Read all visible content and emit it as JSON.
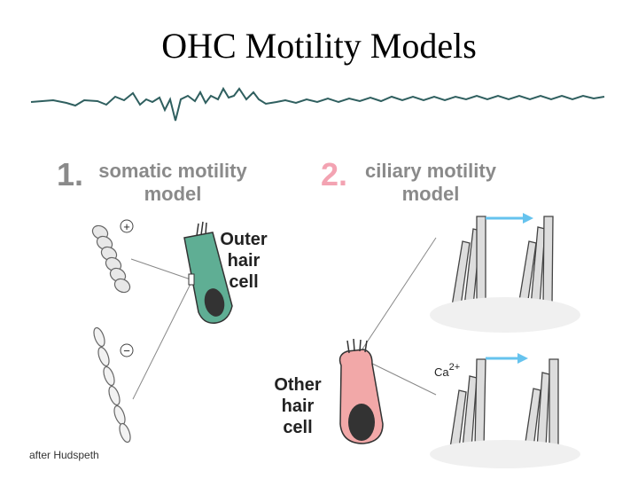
{
  "slide": {
    "title": "OHC Motility Models"
  },
  "somatic": {
    "number": "1.",
    "heading_line1": "somatic motility",
    "heading_line2": "model",
    "plus_sign": "+",
    "minus_sign": "−",
    "cell_line1": "Outer",
    "cell_line2": "hair",
    "cell_line3": "cell"
  },
  "ciliary": {
    "number": "2.",
    "heading_line1": "ciliary motility",
    "heading_line2": "model",
    "ion_label": "Ca",
    "ion_charge": "2+",
    "cell_line1": "Other",
    "cell_line2": "hair",
    "cell_line3": "cell"
  },
  "credit": "after Hudspeth",
  "colors": {
    "outer_hair_cell": "#5fae94",
    "other_hair_cell": "#f2a8a8",
    "heading_gray": "#8a8a8a",
    "heading_pink": "#f3a3b2",
    "arrow_blue": "#66c3ee"
  }
}
